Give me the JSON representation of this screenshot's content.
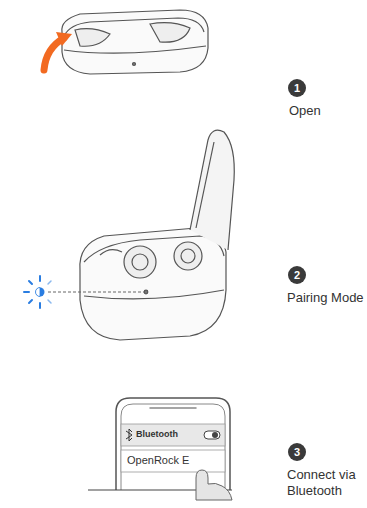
{
  "diagram": {
    "nodes": [
      {
        "text": [
          "1"
        ]
      },
      {
        "text": [
          "2"
        ]
      },
      {
        "text": [
          "3"
        ]
      }
    ],
    "labels": [
      "Open",
      "Pairing Mode",
      "Connect via Bluetooth",
      "Bluetooth",
      "OpenRock E"
    ]
  }
}
